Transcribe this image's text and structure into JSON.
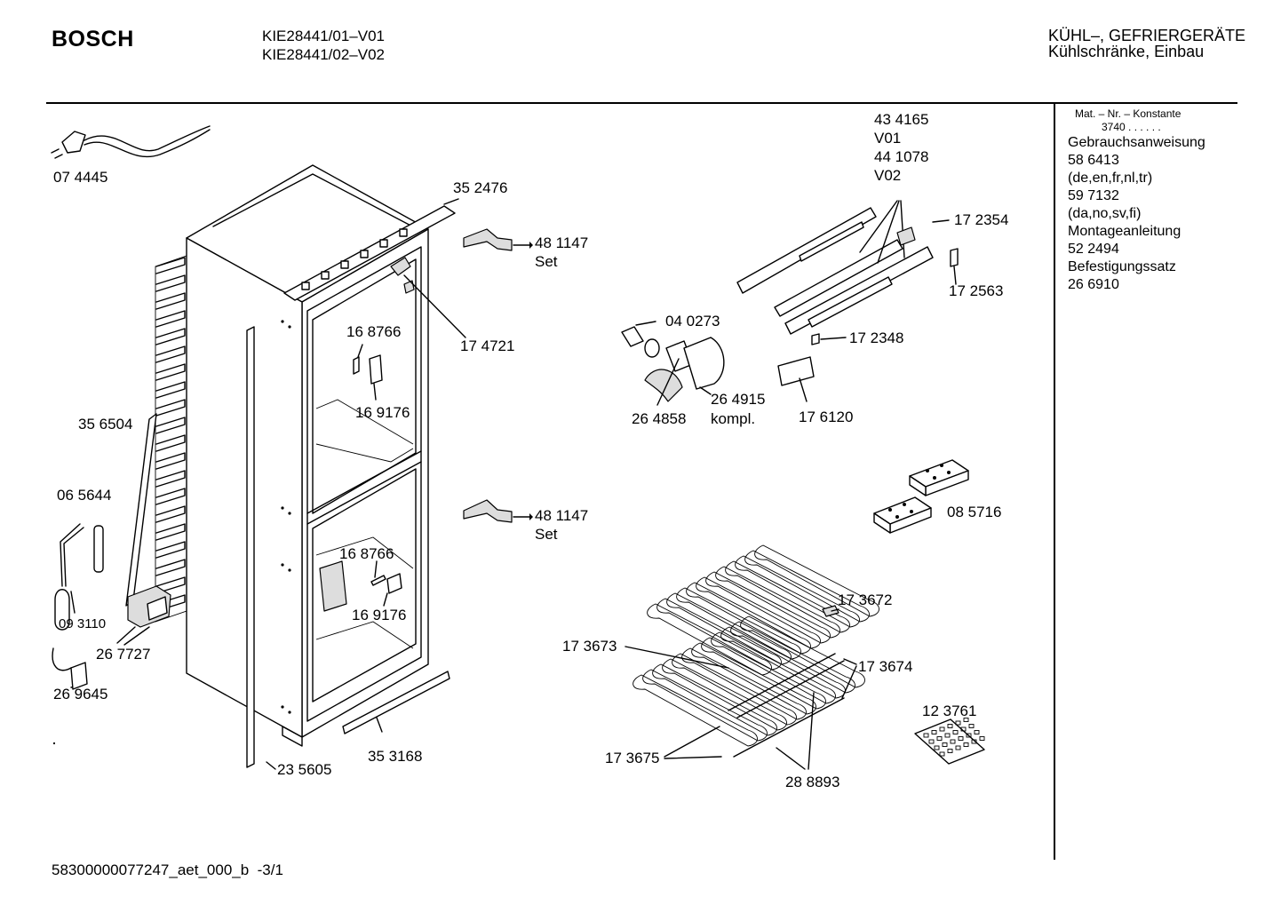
{
  "header": {
    "brand": "BOSCH",
    "models": [
      "KIE28441/01–V01",
      "KIE28441/02–V02"
    ],
    "category": [
      "KÜHL–, GEFRIERGERÄTE",
      "Kühlschränke, Einbau"
    ]
  },
  "sidebar": {
    "title": "Mat. – Nr. – Konstante",
    "constant": "3740 . . . . . .",
    "entries": [
      "Gebrauchsanweisung",
      "58 6413",
      "(de,en,fr,nl,tr)",
      "59 7132",
      "(da,no,sv,fi)",
      "Montageanleitung",
      "52 2494",
      "Befestigungssatz",
      "26 6910"
    ]
  },
  "parts": {
    "p074445": "07 4445",
    "p352476": "35 2476",
    "p481147a": "48 1147",
    "set_a": "Set",
    "p174721": "17 4721",
    "p168766a": "16 8766",
    "p169176a": "16 9176",
    "p356504": "35 6504",
    "p065644": "06 5644",
    "p093110": "09 3110",
    "p267727": "26 7727",
    "p269645": "26 9645",
    "p481147b": "48 1147",
    "set_b": "Set",
    "p168766b": "16 8766",
    "p169176b": "16 9176",
    "p235605": "23 5605",
    "p353168": "35 3168",
    "p434165": "43 4165",
    "v01": "V01",
    "p441078": "44 1078",
    "v02": "V02",
    "p172354": "17 2354",
    "p172563": "17 2563",
    "p040273": "04 0273",
    "p172348": "17 2348",
    "p264915": "26 4915",
    "kompl": "kompl.",
    "p264858": "26 4858",
    "p176120": "17 6120",
    "p085716": "08 5716",
    "p173672": "17 3672",
    "p173673": "17 3673",
    "p173674": "17 3674",
    "p123761": "12 3761",
    "p173675": "17 3675",
    "p288893": "28 8893"
  },
  "footer": {
    "doc_id": "58300000077247_aet_000_b",
    "page": "-3/1"
  }
}
